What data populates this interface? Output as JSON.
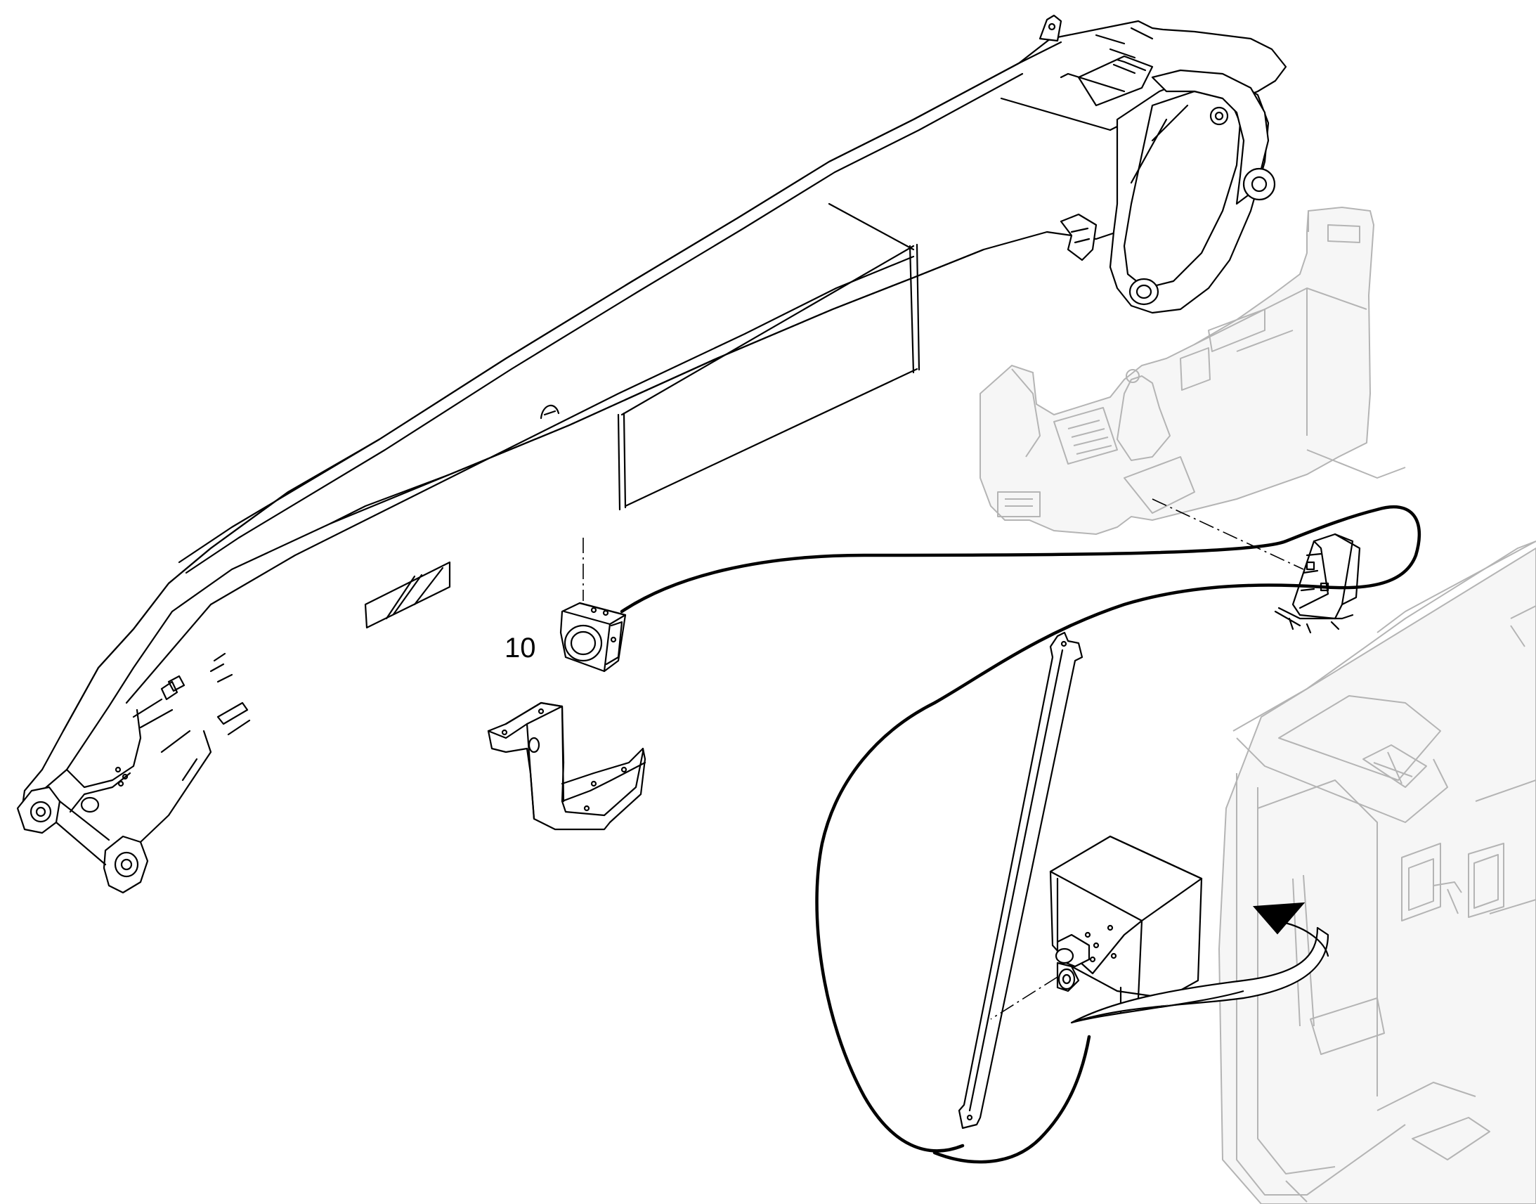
{
  "callouts": [
    {
      "id": "camera",
      "label": "10"
    }
  ],
  "components": {
    "boom": "boom-arm",
    "camera": "rear-view-camera",
    "camera_bracket": "camera-mounting-bracket",
    "monitor": "camera-monitor",
    "control_console": "operator-control-console",
    "cab": "operator-cab",
    "detail_view": "monitor-mounting-detail"
  },
  "colors": {
    "line": "#000000",
    "background_component": "#b4b4b4",
    "background": "#ffffff"
  }
}
